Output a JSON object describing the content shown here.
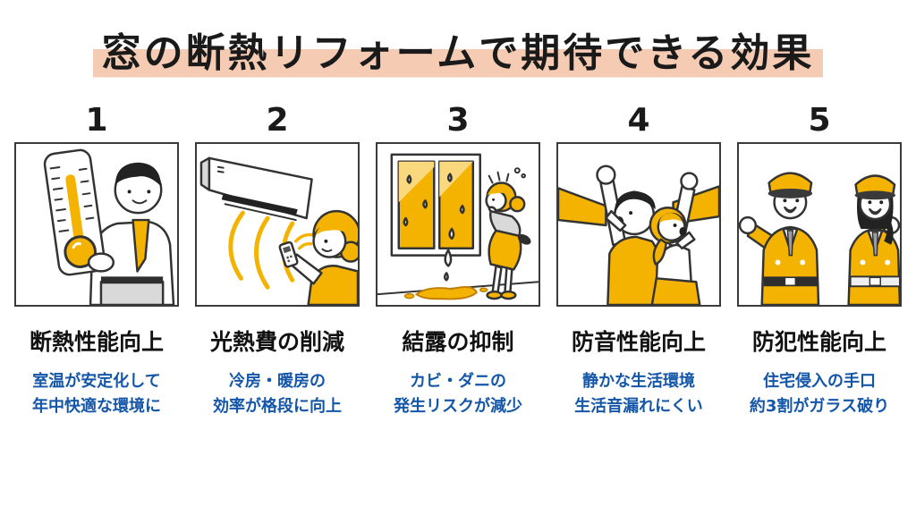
{
  "title": "窓の断熱リフォームで期待できる効果",
  "colors": {
    "title_highlight": "#F5CBB3",
    "accent_yellow": "#F5B301",
    "description_blue": "#1456A8",
    "text_black": "#1A1A1A",
    "panel_border": "#3A3A3A"
  },
  "panels": [
    {
      "number": "1",
      "illustration": "man-with-thermometer",
      "heading": "断熱性能向上",
      "desc_line1": "室温が安定化して",
      "desc_line2": "年中快適な環境に"
    },
    {
      "number": "2",
      "illustration": "air-conditioner-remote",
      "heading": "光熱費の削減",
      "desc_line1": "冷房・暖房の",
      "desc_line2": "効率が格段に向上"
    },
    {
      "number": "3",
      "illustration": "condensation-window",
      "heading": "結露の抑制",
      "desc_line1": "カビ・ダニの",
      "desc_line2": "発生リスクが減少"
    },
    {
      "number": "4",
      "illustration": "megaphone-people",
      "heading": "防音性能向上",
      "desc_line1": "静かな生活環境",
      "desc_line2": "生活音漏れにくい"
    },
    {
      "number": "5",
      "illustration": "security-guards",
      "heading": "防犯性能向上",
      "desc_line1": "住宅侵入の手口",
      "desc_line2": "約3割がガラス破り"
    }
  ]
}
